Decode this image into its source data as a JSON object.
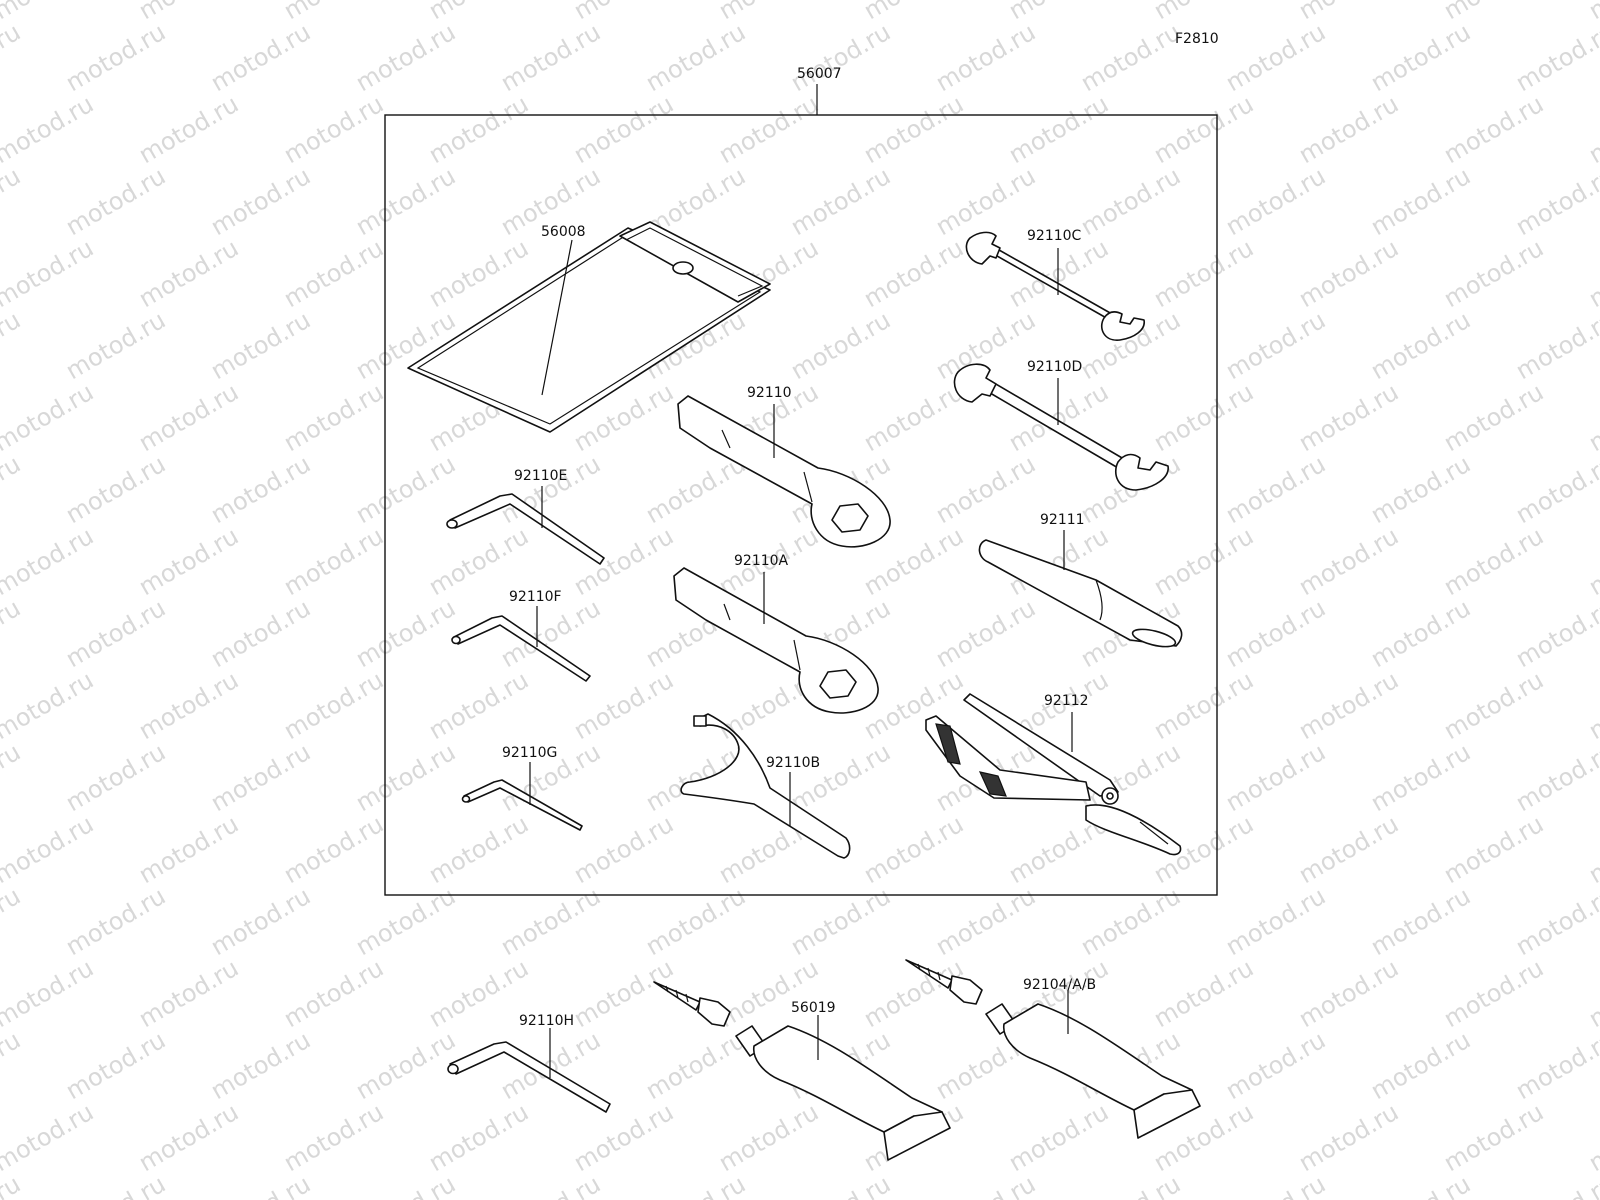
{
  "diagram": {
    "figure_code": "F2810",
    "watermark_text": "motod.ru",
    "kit_label": "56007",
    "parts": [
      {
        "id": "56008"
      },
      {
        "id": "92110C"
      },
      {
        "id": "92110D"
      },
      {
        "id": "92110"
      },
      {
        "id": "92110E"
      },
      {
        "id": "92110F"
      },
      {
        "id": "92110A"
      },
      {
        "id": "92111"
      },
      {
        "id": "92112"
      },
      {
        "id": "92110G"
      },
      {
        "id": "92110B"
      },
      {
        "id": "92110H"
      },
      {
        "id": "56019"
      },
      {
        "id": "92104/A/B"
      }
    ]
  },
  "colors": {
    "line": "#111111",
    "watermark": "#d8d8d8",
    "background": "#ffffff"
  }
}
